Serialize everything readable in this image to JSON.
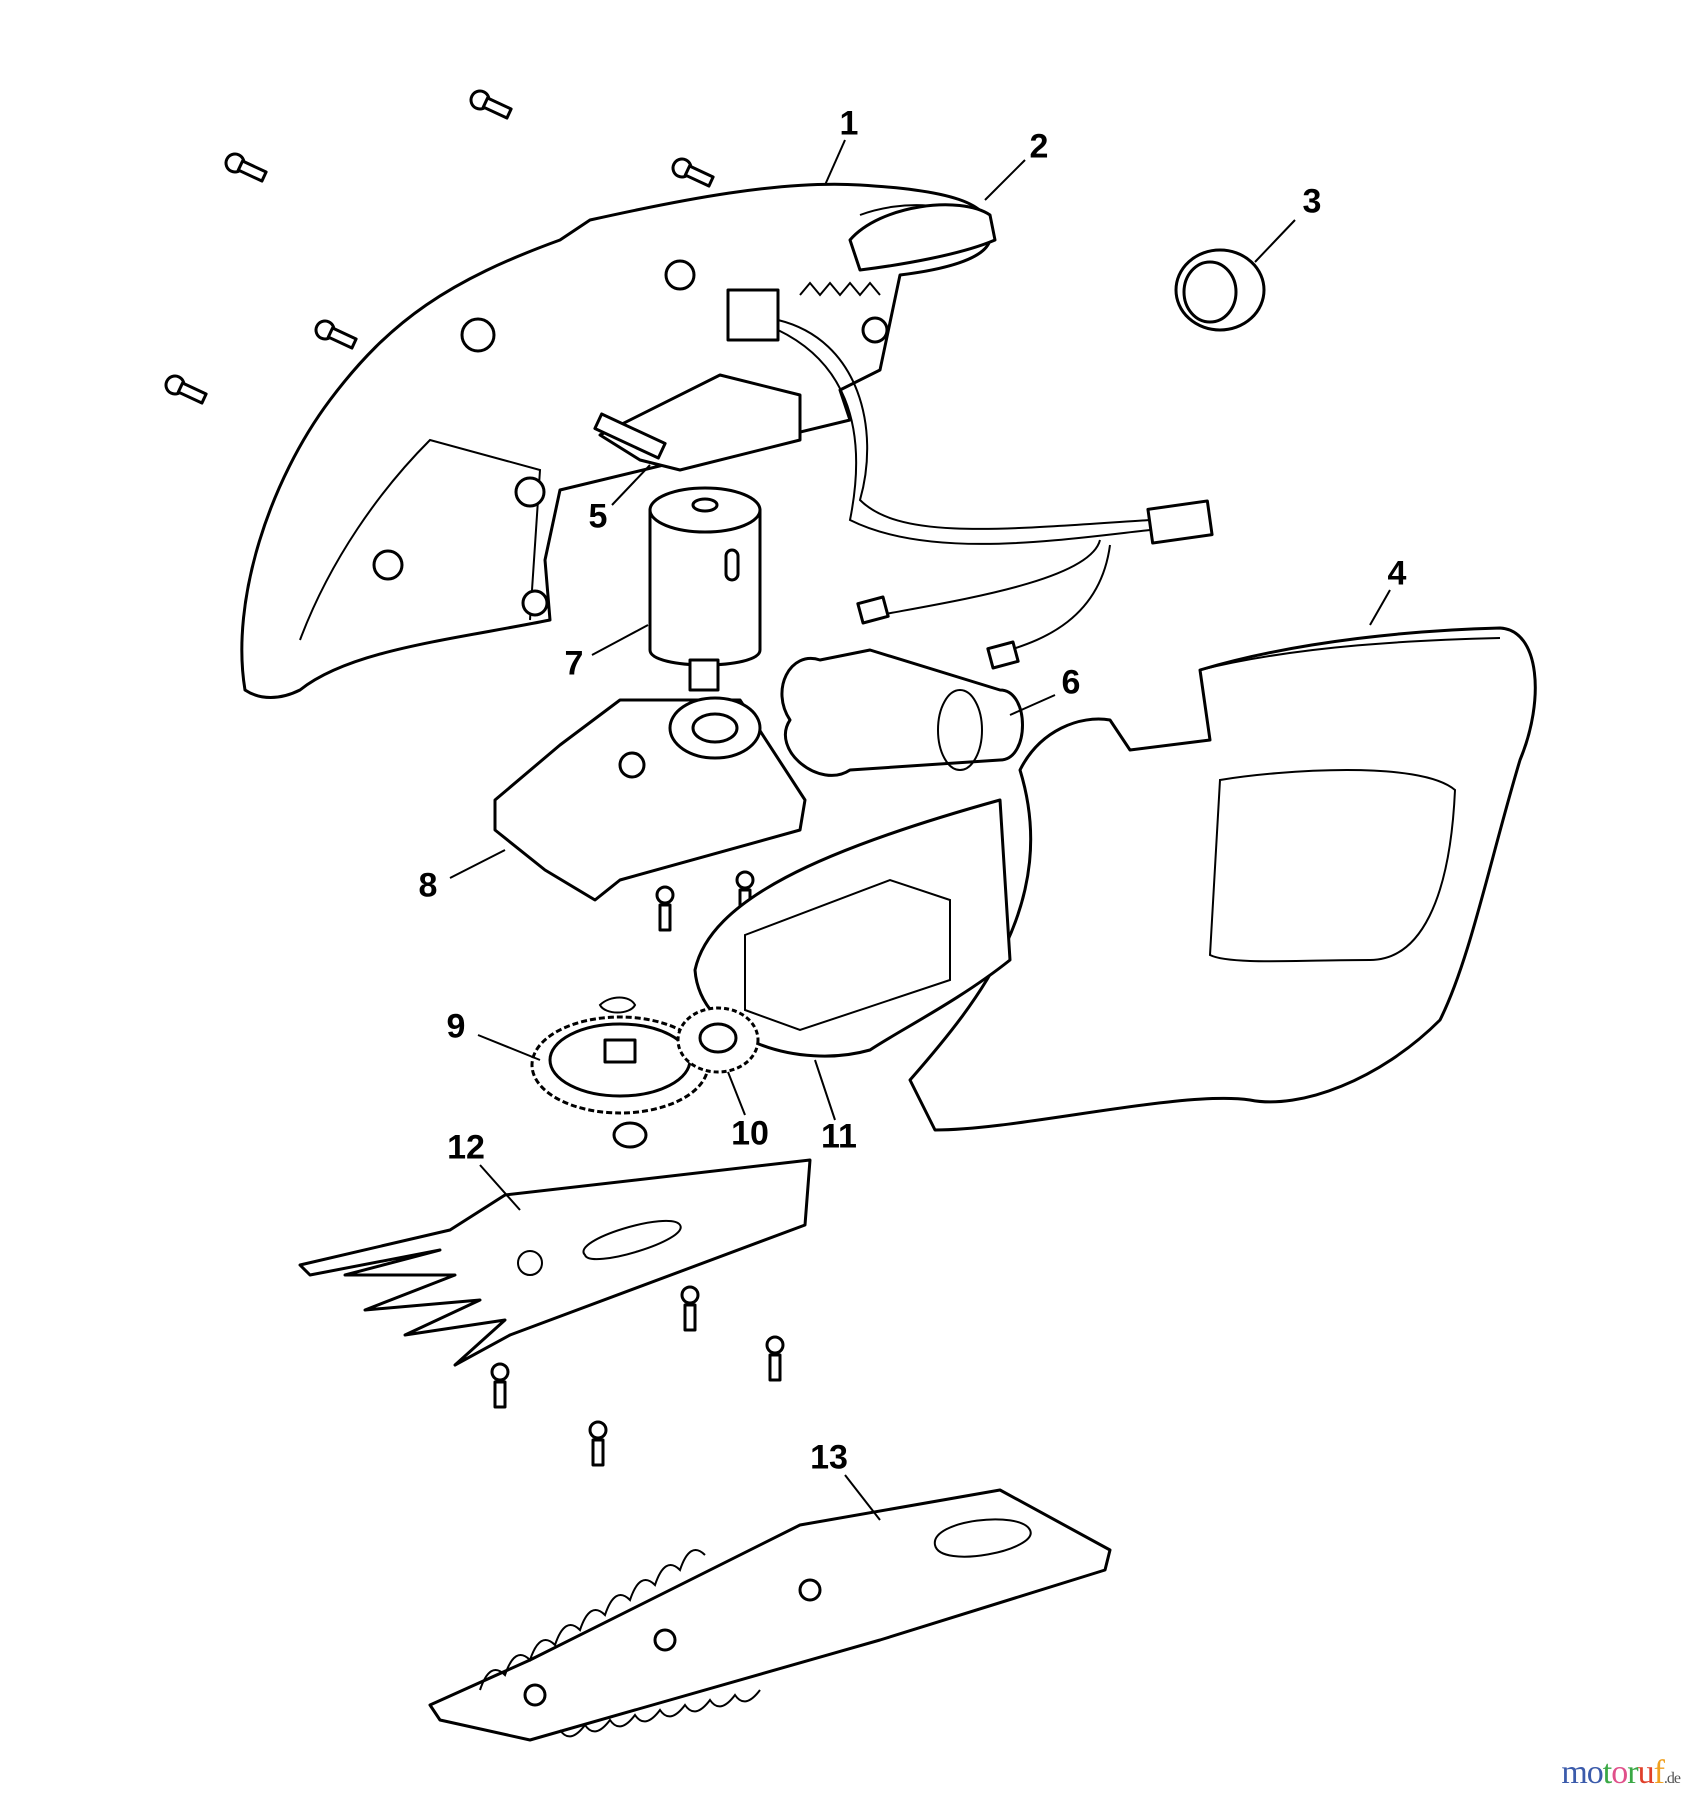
{
  "diagram": {
    "part_labels": [
      "1",
      "2",
      "3",
      "4",
      "5",
      "6",
      "7",
      "8",
      "9",
      "10",
      "11",
      "12",
      "13"
    ]
  },
  "watermark": {
    "name": "motoruf",
    "tld": ".de",
    "letters": [
      "m",
      "o",
      "t",
      "o",
      "r",
      "u",
      "f"
    ],
    "colors": [
      "#3b5bab",
      "#3b5bab",
      "#3aa845",
      "#e0508a",
      "#3aa845",
      "#e0402a",
      "#f0a020"
    ]
  }
}
